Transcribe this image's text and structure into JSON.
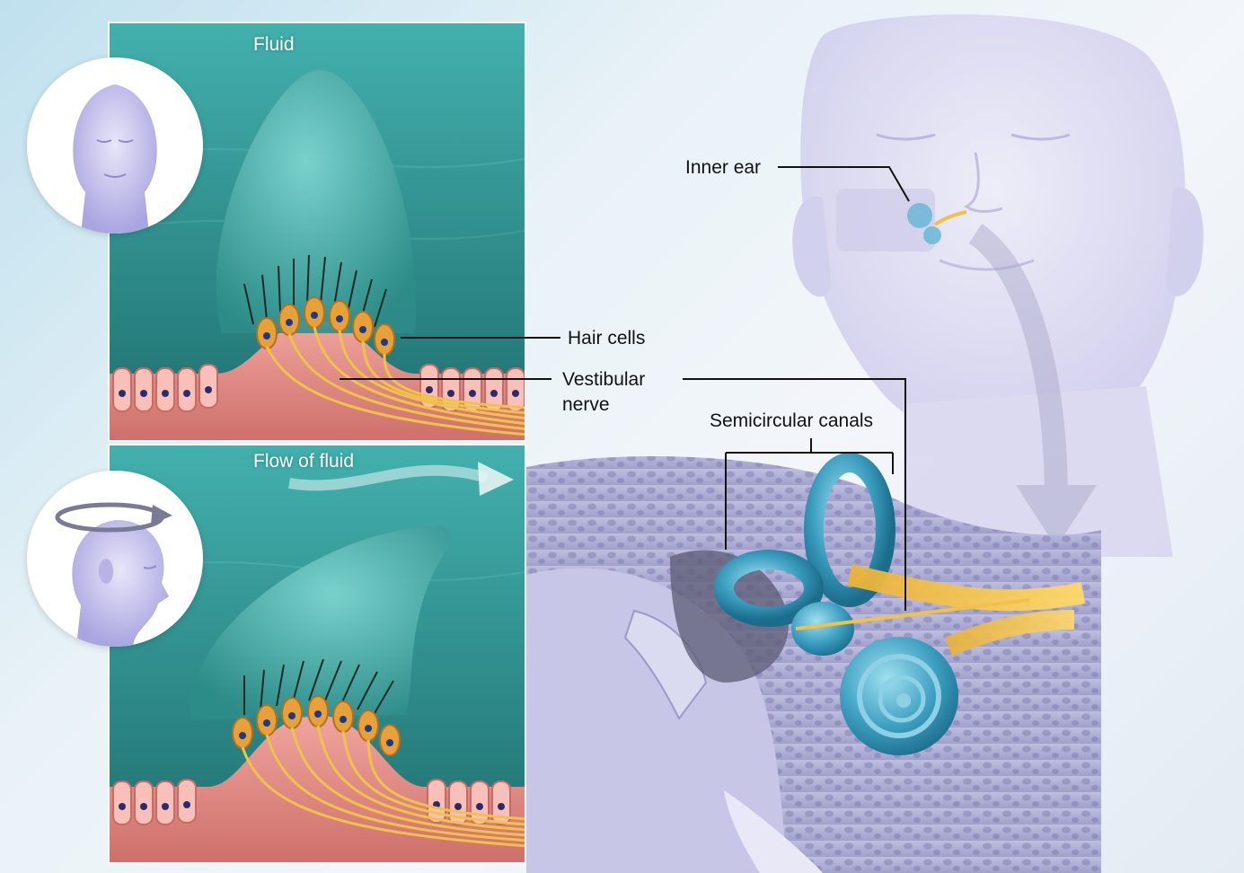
{
  "panels": {
    "top": {
      "label": "Fluid"
    },
    "bottom": {
      "label": "Flow of fluid"
    }
  },
  "callouts": {
    "inner_ear": "Inner ear",
    "hair_cells": "Hair cells",
    "vestibular_nerve_line1": "Vestibular",
    "vestibular_nerve_line2": "nerve",
    "semicircular_canals": "Semicircular canals"
  },
  "colors": {
    "fluid_teal": "#3a9e9c",
    "cupula": "#5dc3bf",
    "tissue_pink": "#e9918c",
    "nerve_yellow": "#f0c24a",
    "canal_blue": "#3c9ec0",
    "bone_purple": "#a7a6d2"
  },
  "icons": {
    "head_front": "head-front-icon",
    "head_turning": "head-turning-icon",
    "flow_arrow": "flow-arrow-icon",
    "down_arrow": "down-arrow-icon"
  }
}
